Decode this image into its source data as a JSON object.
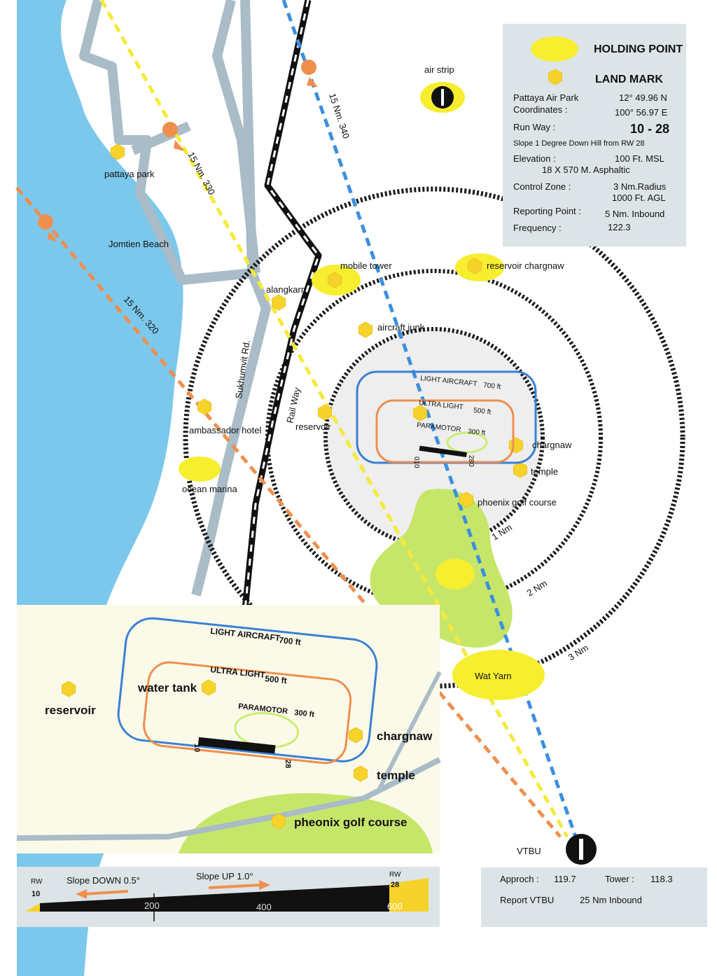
{
  "legend": {
    "holding_point": "HOLDING POINT",
    "land_mark": "LAND MARK"
  },
  "info": {
    "name_label": "Pattaya Air Park",
    "coord_label": "Coordinates :",
    "lat": "12° 49.96 N",
    "lon": "100° 56.97 E",
    "runway_label": "Run Way  :",
    "runway_value": "10 - 28",
    "slope_note": "Slope 1 Degree Down Hill from RW 28",
    "elevation_label": "Elevation  :",
    "elevation_value": "100 Ft. MSL",
    "surface": "18 X 570 M. Asphaltic",
    "control_zone_label": "Control Zone  :",
    "control_zone_radius": "3 Nm.Radius",
    "control_zone_alt": "1000 Ft. AGL",
    "reporting_label": "Reporting Point :",
    "reporting_value": "5 Nm. Inbound",
    "frequency_label": "Frequency :",
    "frequency_value": "122.3"
  },
  "map_labels": {
    "air_strip": "air strip",
    "pattaya_park": "pattaya park",
    "jomtien_beach": "Jomtien Beach",
    "mobile_tower": "mobile tower",
    "reservoir_chargnaw": "reservoir chargnaw",
    "alangkarn": "alangkarn",
    "aircraft_junk": "aircraft junk",
    "sukhumvit": "Sukhumvit Rd.",
    "railway": "Rail Way",
    "ambassador_hotel": "ambassador hotel",
    "reservoir": "reservoir",
    "ocean_marina": "ocean marina",
    "chargnaw": "chargnaw",
    "temple": "temple",
    "phoenix_golf": "phoenix golf course",
    "wat_yarn": "Wat Yarn",
    "vtbu": "VTBU",
    "ring_1": "1 Nm",
    "ring_2": "2 Nm",
    "ring_3": "3 Nm",
    "route_330": "15 Nm. 330",
    "route_340": "15 Nm. 340",
    "route_320": "15 Nm. 320"
  },
  "circuits": {
    "light_aircraft": "LIGHT AIRCRAFT",
    "light_aircraft_alt": "700 ft",
    "ultra_light": "ULTRA LIGHT",
    "ultra_light_alt": "500 ft",
    "paramotor": "PARAMOTOR",
    "paramotor_alt": "300 ft",
    "rw_10": "10",
    "rw_28": "28",
    "rw_010": "010",
    "rw_280": "280"
  },
  "inset": {
    "light_aircraft": "LIGHT AIRCRAFT",
    "light_aircraft_alt": "700 ft",
    "ultra_light": "ULTRA LIGHT",
    "ultra_light_alt": "500 ft",
    "paramotor": "PARAMOTOR",
    "paramotor_alt": "300 ft",
    "water_tank": "water tank",
    "reservoir": "reservoir",
    "chargnaw": "chargnaw",
    "temple": "temple",
    "golf": "pheonix golf course",
    "rw_10": "10",
    "rw_28": "28"
  },
  "slope": {
    "rw_label_left": "RW",
    "rw_num_left": "10",
    "rw_label_right": "RW",
    "rw_num_right": "28",
    "slope_down": "Slope DOWN 0.5°",
    "slope_up": "Slope UP 1.0°",
    "mark_200": "200",
    "mark_400": "400",
    "mark_600": "600"
  },
  "frequencies": {
    "approach_label": "Approch :",
    "approach_value": "119.7",
    "tower_label": "Tower :",
    "tower_value": "118.3",
    "report_label": "Report VTBU",
    "report_value": "25 Nm Inbound"
  },
  "colors": {
    "sea": "#7cc8ec",
    "road": "#a9bcc7",
    "route_yellow": "#f5ea3a",
    "route_blue": "#3b8fde",
    "route_orange": "#ef8f4e",
    "holding_point": "#f6ee2f",
    "land_mark": "#f6d32a",
    "golf_green": "#c6e66a",
    "light_aircraft": "#3a7fd6",
    "ultra_light": "#ef8f4e",
    "paramotor": "#c9ee72"
  },
  "icons": [
    "holding-point-icon",
    "land-mark-icon",
    "airfield-icon",
    "route-marker-icon"
  ]
}
